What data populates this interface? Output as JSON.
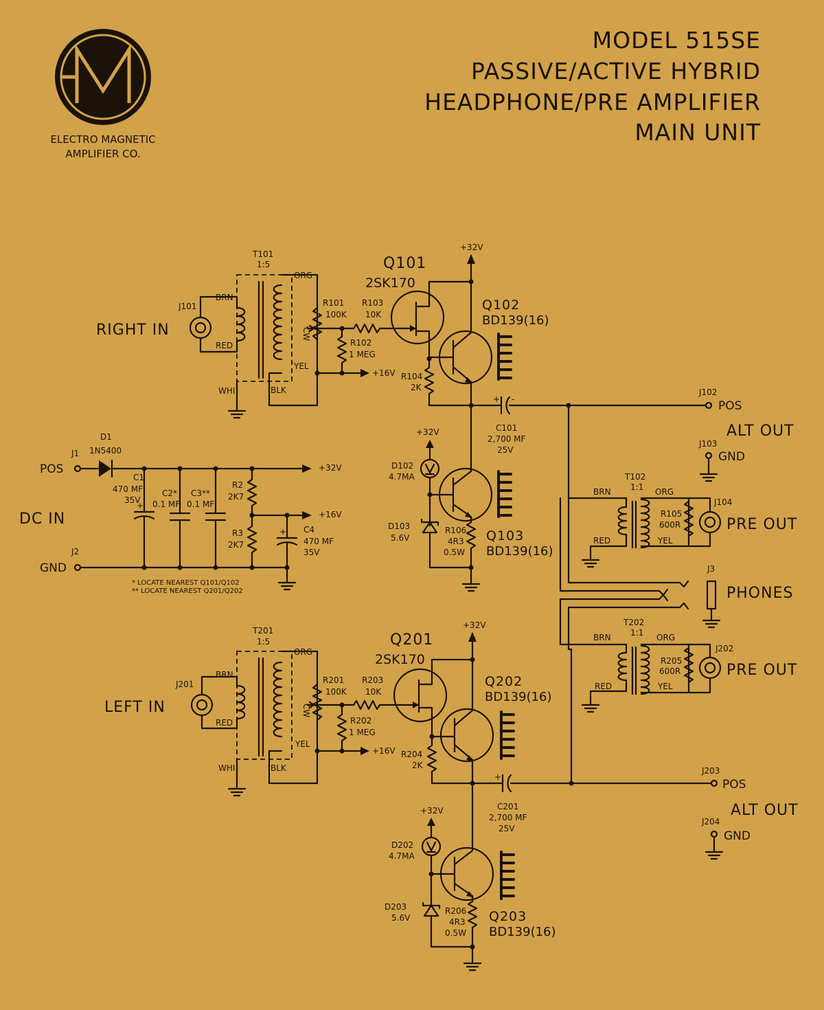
{
  "title": {
    "line1": "MODEL 515SE",
    "line2": "PASSIVE/ACTIVE HYBRID",
    "line3": "HEADPHONE/PRE AMPLIFIER",
    "line4": "MAIN UNIT"
  },
  "logo": {
    "line1": "ELECTRO MAGNETIC",
    "line2": "AMPLIFIER CO."
  },
  "rails": {
    "v32": "+32V",
    "v16": "+16V"
  },
  "wire_colors": {
    "brn": "BRN",
    "red": "RED",
    "whi": "WHI",
    "blk": "BLK",
    "org": "ORG",
    "yel": "YEL"
  },
  "power": {
    "dc_in": "DC IN",
    "pos": "POS",
    "gnd": "GND",
    "j1": "J1",
    "j2": "J2",
    "d1": {
      "ref": "D1",
      "value": "1N5400"
    },
    "c1": {
      "ref": "C1",
      "value": "470 MF",
      "voltage": "35V"
    },
    "c2": {
      "ref": "C2*",
      "value": "0.1 MF"
    },
    "c3": {
      "ref": "C3**",
      "value": "0.1 MF"
    },
    "r2": {
      "ref": "R2",
      "value": "2K7"
    },
    "r3": {
      "ref": "R3",
      "value": "2K7"
    },
    "c4": {
      "ref": "C4",
      "value": "470 MF",
      "voltage": "35V"
    },
    "note1": "* LOCATE NEAREST Q101/Q102",
    "note2": "** LOCATE NEAREST Q201/Q202"
  },
  "channels": [
    {
      "input_label": "RIGHT IN",
      "jack": "J101",
      "transformer": {
        "ref": "T101",
        "ratio": "1:5"
      },
      "pot": {
        "ref": "R101",
        "value": "100K",
        "cw": "CW"
      },
      "r_gate": {
        "ref": "R103",
        "value": "10K"
      },
      "r_bias": {
        "ref": "R102",
        "value": "1 MEG"
      },
      "q_jfet": {
        "ref": "Q101",
        "part": "2SK170"
      },
      "q_out": {
        "ref": "Q102",
        "part": "BD139(16)"
      },
      "r_src": {
        "ref": "R104",
        "value": "2K"
      },
      "cap": {
        "ref": "C101",
        "value": "2,700 MF",
        "voltage": "25V"
      },
      "d_ccs": {
        "ref": "D102",
        "value": "4.7MA"
      },
      "d_zener": {
        "ref": "D103",
        "value": "5.6V"
      },
      "q_ccs": {
        "ref": "Q103",
        "part": "BD139(16)"
      },
      "r_emit": {
        "ref": "R106",
        "value": "4R3",
        "power": "0.5W"
      },
      "alt_out": {
        "label": "ALT OUT",
        "pos_jack": "J102",
        "pos": "POS",
        "gnd_jack": "J103",
        "gnd": "GND"
      },
      "pre": {
        "t_ref": "T102",
        "t_ratio": "1:1",
        "r_ref": "R105",
        "r_val": "600R",
        "jack": "J104",
        "label": "PRE OUT"
      }
    },
    {
      "input_label": "LEFT IN",
      "jack": "J201",
      "transformer": {
        "ref": "T201",
        "ratio": "1:5"
      },
      "pot": {
        "ref": "R201",
        "value": "100K",
        "cw": "CW"
      },
      "r_gate": {
        "ref": "R203",
        "value": "10K"
      },
      "r_bias": {
        "ref": "R202",
        "value": "1 MEG"
      },
      "q_jfet": {
        "ref": "Q201",
        "part": "2SK170"
      },
      "q_out": {
        "ref": "Q202",
        "part": "BD139(16)"
      },
      "r_src": {
        "ref": "R204",
        "value": "2K"
      },
      "cap": {
        "ref": "C201",
        "value": "2,700 MF",
        "voltage": "25V"
      },
      "d_ccs": {
        "ref": "D202",
        "value": "4.7MA"
      },
      "d_zener": {
        "ref": "D203",
        "value": "5.6V"
      },
      "q_ccs": {
        "ref": "Q203",
        "part": "BD139(16)"
      },
      "r_emit": {
        "ref": "R206",
        "value": "4R3",
        "power": "0.5W"
      },
      "alt_out": {
        "label": "ALT OUT",
        "pos_jack": "J203",
        "pos": "POS",
        "gnd_jack": "J204",
        "gnd": "GND"
      },
      "pre": {
        "t_ref": "T202",
        "t_ratio": "1:1",
        "r_ref": "R205",
        "r_val": "600R",
        "jack": "J202",
        "label": "PRE OUT"
      }
    }
  ],
  "phones": {
    "jack": "J3",
    "label": "PHONES"
  }
}
